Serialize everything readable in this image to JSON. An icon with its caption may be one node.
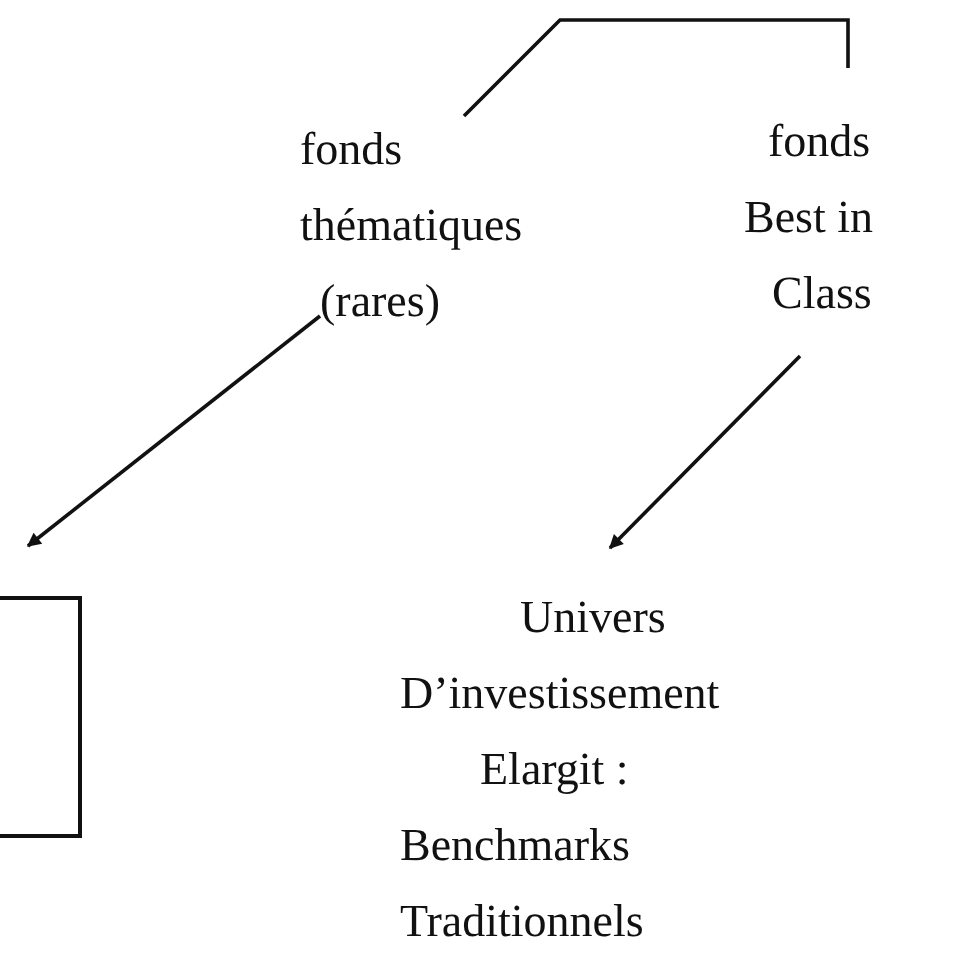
{
  "diagram": {
    "nodes": [
      {
        "text": [
          "fonds thématiques (rares)"
        ]
      },
      {
        "text": [
          "fonds Best in Class"
        ]
      },
      {
        "text": [],
        "shape": "box"
      },
      {
        "text": [
          "Univers D’investissement Elargit : Benchmarks Traditionnels"
        ]
      }
    ],
    "edges": [
      {
        "from": 0,
        "to": 1,
        "arrow": "none"
      },
      {
        "from": 0,
        "to": 2,
        "arrow": "to"
      },
      {
        "from": 1,
        "to": 3,
        "arrow": "to"
      }
    ]
  }
}
